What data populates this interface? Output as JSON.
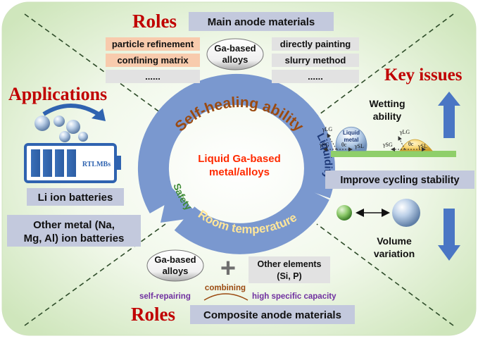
{
  "center": {
    "line1": "Liquid Ga-based",
    "line2": "metal/alloys",
    "arc_top": "Self-healing ability",
    "arc_right": "Liquidity",
    "arc_bottom": "Room temperature",
    "arc_left": "Safety"
  },
  "roles_top": {
    "heading": "Roles",
    "badge": "Main anode materials",
    "alloy_line1": "Ga-based",
    "alloy_line2": "alloys",
    "left_items": [
      "particle refinement",
      "confining matrix",
      "......"
    ],
    "right_items": [
      "directly painting",
      "slurry method",
      "......"
    ]
  },
  "applications": {
    "heading": "Applications",
    "battery_label": "RTLMBs",
    "li_ion": "Li ion batteries",
    "other_line1": "Other metal (Na,",
    "other_line2": "Mg, Al) ion batteries"
  },
  "key_issues": {
    "heading": "Key issues",
    "wetting_line1": "Wetting",
    "wetting_line2": "ability",
    "drop_line1": "Liquid",
    "drop_line2": "metal",
    "gamma_lg": "γLG",
    "gamma_sg": "γSG",
    "gamma_sl": "γSL",
    "theta": "θc",
    "improve": "Improve cycling stability",
    "volume_line1": "Volume",
    "volume_line2": "variation"
  },
  "roles_bottom": {
    "heading": "Roles",
    "alloy_line1": "Ga-based",
    "alloy_line2": "alloys",
    "plus": "+",
    "other_line1": "Other elements",
    "other_line2": "(Si, P)",
    "self_repairing": "self-repairing",
    "combining": "combining",
    "capacity": "high specific capacity",
    "badge": "Composite anode materials"
  },
  "colors": {
    "background_green": "#d6ebc6",
    "arrow_blue": "#7a98cf",
    "heading_red": "#c00000",
    "badge_gray": "#c3c9dd",
    "orange_box": "#f8cbad",
    "gray_box": "#e2e2e2",
    "center_red": "#ff2a00",
    "purple_text": "#7030a0",
    "brown_text": "#9b4a10",
    "cream_text": "#ffe699",
    "green_text": "#3e8a36",
    "navy_text": "#1f3a78"
  }
}
